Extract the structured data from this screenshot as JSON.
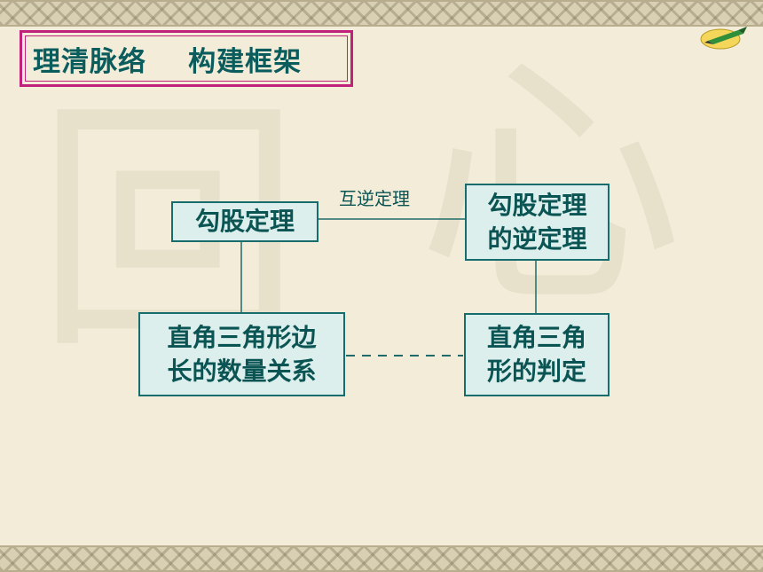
{
  "title": "理清脉络    构建框架",
  "nodes": {
    "pythagorean_theorem": "勾股定理",
    "converse_theorem_line1": "勾股定理",
    "converse_theorem_line2": "的逆定理",
    "side_relation_line1": "直角三角形边",
    "side_relation_line2": "长的数量关系",
    "right_triangle_test_line1": "直角三角",
    "right_triangle_test_line2": "形的判定"
  },
  "edges": {
    "converse_label": "互逆定理"
  },
  "colors": {
    "title_border": "#c0217a",
    "text": "#0b5454",
    "node_fill": "#dcefec",
    "node_border": "#176d6d"
  },
  "icons": [
    "pencil-icon"
  ]
}
